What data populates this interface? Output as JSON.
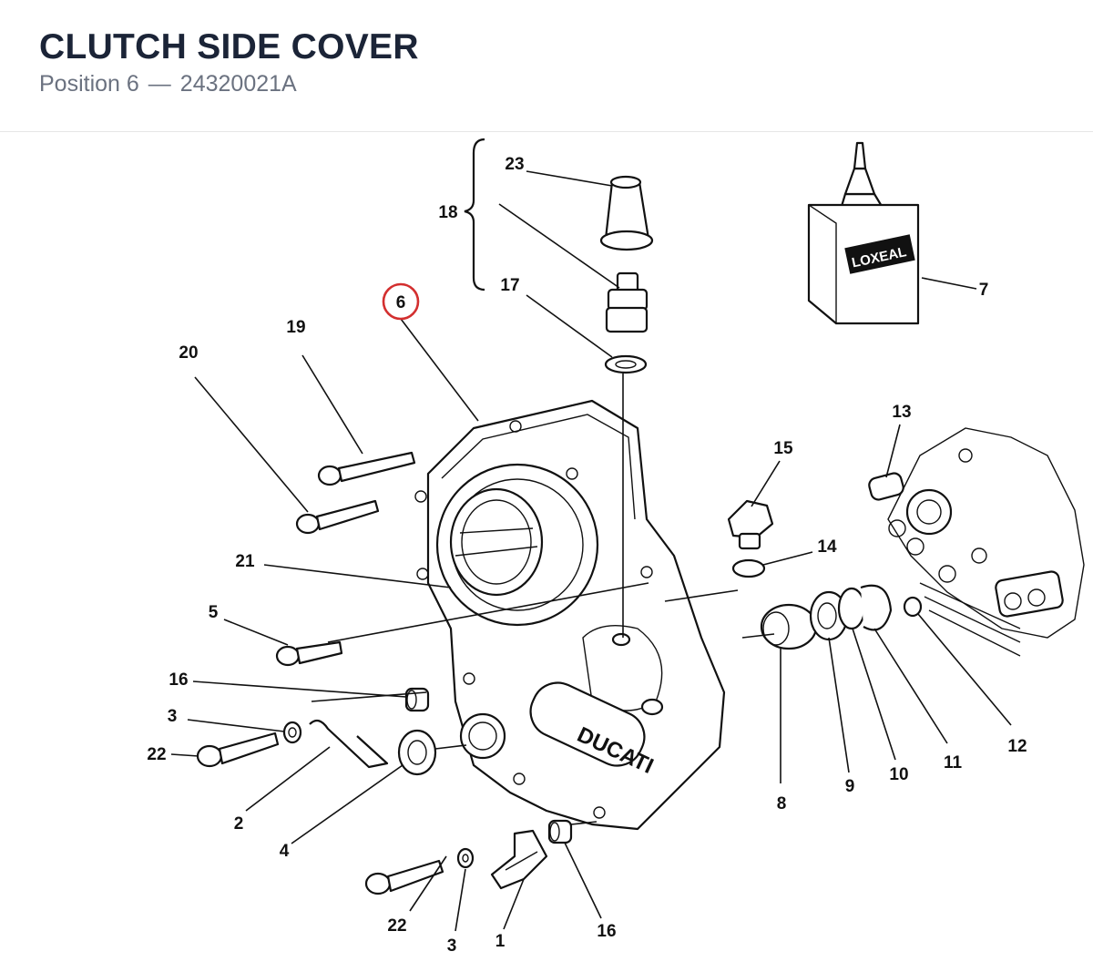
{
  "header": {
    "title": "CLUTCH SIDE COVER",
    "position_label": "Position 6",
    "separator": "—",
    "part_number": "24320021A"
  },
  "diagram": {
    "highlight_color": "#d32f2f",
    "highlighted_item": "6",
    "callouts": [
      "1",
      "2",
      "3",
      "4",
      "5",
      "6",
      "7",
      "8",
      "9",
      "10",
      "11",
      "12",
      "13",
      "14",
      "15",
      "16",
      "17",
      "18",
      "19",
      "20",
      "21",
      "22",
      "23"
    ],
    "bottle_label": "LOXEAL",
    "cover_logo": "DUCATI"
  }
}
